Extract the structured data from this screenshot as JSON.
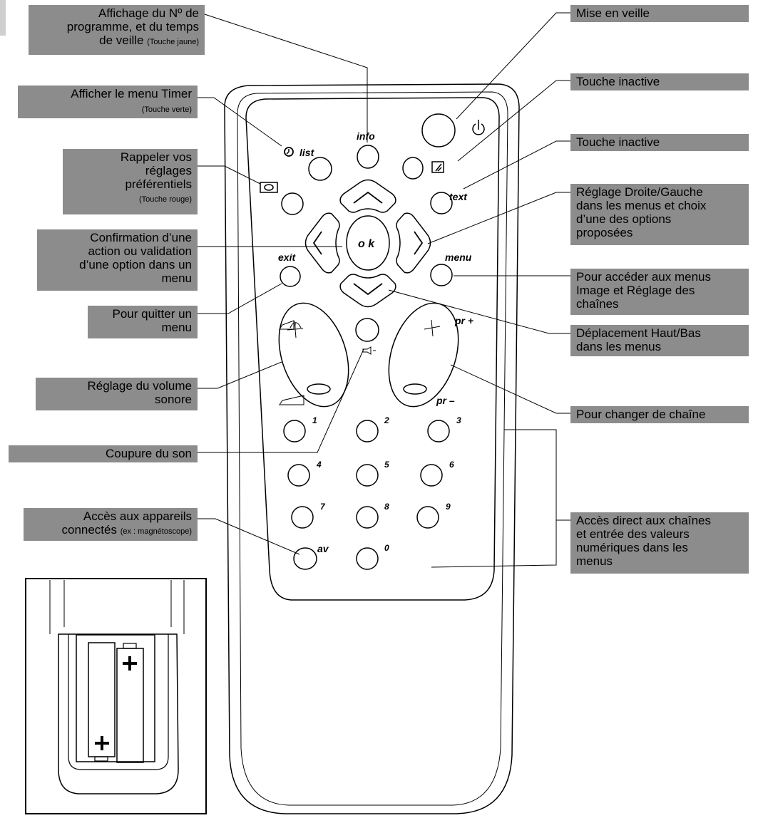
{
  "callouts": {
    "program_info": [
      "Affichage du Nº de",
      "programme, et du temps",
      "de veille"
    ],
    "program_info_note": "(Touche jaune)",
    "timer_menu": "Afficher le menu Timer",
    "timer_menu_note": "(Touche verte)",
    "preferences": [
      "Rappeler vos",
      "réglages",
      "préférentiels"
    ],
    "preferences_note": "(Touche rouge)",
    "confirm": [
      "Confirmation d’une",
      "action ou validation",
      "d’une option dans un",
      "menu"
    ],
    "quit": [
      "Pour quitter un",
      "menu"
    ],
    "volume": [
      "Réglage du volume",
      "sonore"
    ],
    "mute": "Coupure du son",
    "av_access": "Accès aux appareils",
    "av_access_line2": "connectés",
    "av_access_note": "(ex : magnétoscope)",
    "standby": "Mise en veille",
    "inactive1": "Touche inactive",
    "inactive2": "Touche inactive",
    "left_right": [
      "Réglage Droite/Gauche",
      "dans les menus et choix",
      "d’une des options",
      "proposées"
    ],
    "menus_access": [
      "Pour accéder aux menus",
      "Image et Réglage des",
      "chaînes"
    ],
    "up_down": [
      "Déplacement Haut/Bas",
      "dans les menus"
    ],
    "channel_change": "Pour changer de chaîne",
    "direct_access": [
      "Accès direct aux chaînes",
      "et entrée des valeurs",
      "numériques dans les",
      "menus"
    ]
  },
  "remote": {
    "info": "info",
    "list": "list",
    "text": "text",
    "ok": "o k",
    "exit": "exit",
    "menu": "menu",
    "pr_plus": "pr +",
    "pr_minus": "pr –",
    "av": "av",
    "digits": [
      "1",
      "2",
      "3",
      "4",
      "5",
      "6",
      "7",
      "8",
      "9",
      "0"
    ]
  }
}
